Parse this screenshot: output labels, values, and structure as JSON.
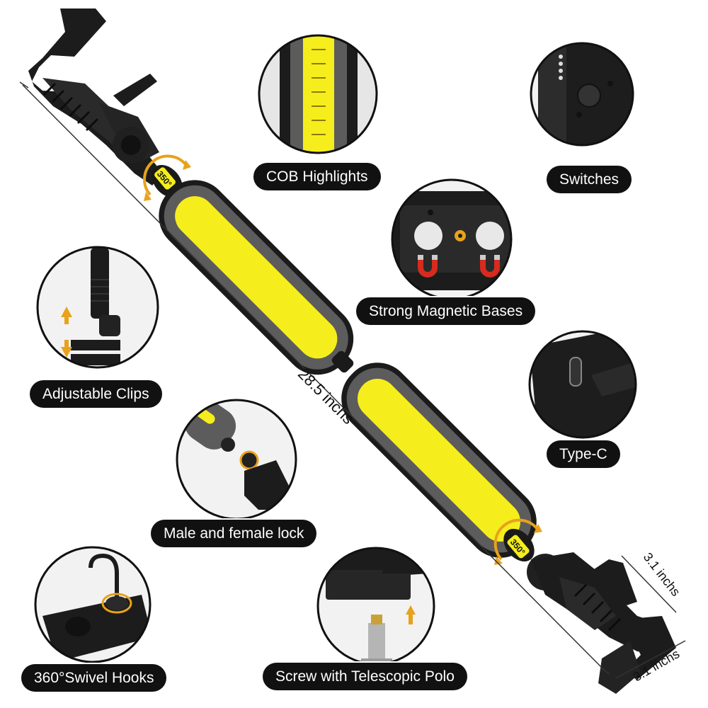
{
  "product": {
    "features": [
      {
        "key": "cob",
        "label": "COB Highlights"
      },
      {
        "key": "switches",
        "label": "Switches"
      },
      {
        "key": "magnetic",
        "label": "Strong Magnetic Bases"
      },
      {
        "key": "clips",
        "label": "Adjustable Clips"
      },
      {
        "key": "typec",
        "label": "Type-C"
      },
      {
        "key": "lock",
        "label": "Male and female lock"
      },
      {
        "key": "hooks",
        "label": "360°Swivel Hooks"
      },
      {
        "key": "screw",
        "label": "Screw with Telescopic Polo"
      }
    ],
    "dimensions": {
      "length": "28.5 inchs",
      "clip_width": "3.1 inchs",
      "clip_depth": "3.1 inchs"
    },
    "rotation_badges": {
      "top": "350°",
      "bottom": "350°"
    }
  },
  "colors": {
    "cob_yellow": "#f5ee1c",
    "body_dark": "#1b1b1b",
    "frame_grey": "#5c5c5c",
    "accent_orange": "#e8a21b",
    "magnet_red": "#d62b1e",
    "label_bg": "#111111"
  }
}
